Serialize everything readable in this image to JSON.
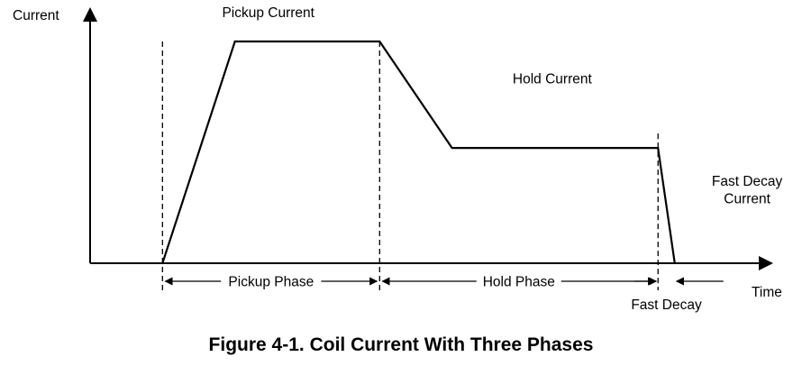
{
  "chart_data": {
    "type": "line",
    "title": "Figure 4-1. Coil Current With Three Phases",
    "xlabel": "Time",
    "ylabel": "Current",
    "waveform": {
      "t": [
        0,
        1.3,
        3.9,
        5.2,
        8.9,
        9.2
      ],
      "i": [
        0,
        1.0,
        1.0,
        0.52,
        0.52,
        0
      ]
    },
    "boundaries": [
      0,
      3.9,
      8.9
    ],
    "xlim": [
      -1.3,
      11.0
    ],
    "ylim": [
      0,
      1.13
    ],
    "annotations": [
      {
        "id": "pickup",
        "text": "Pickup Current",
        "x": 1.9,
        "y": 1.11
      },
      {
        "id": "hold",
        "text": "Hold Current",
        "x": 7.0,
        "y": 0.81
      },
      {
        "id": "fastdecay1",
        "text": "Fast Decay",
        "x": 10.5,
        "y": 0.35
      },
      {
        "id": "fastdecay2",
        "text": "Current",
        "x": 10.5,
        "y": 0.27
      }
    ],
    "phases": [
      {
        "label": "Pickup Phase",
        "start": 0,
        "end": 3.9
      },
      {
        "label": "Hold Phase",
        "start": 3.9,
        "end": 8.9
      },
      {
        "label": "Fast Decay",
        "start": 8.9,
        "end": 9.2
      }
    ]
  }
}
